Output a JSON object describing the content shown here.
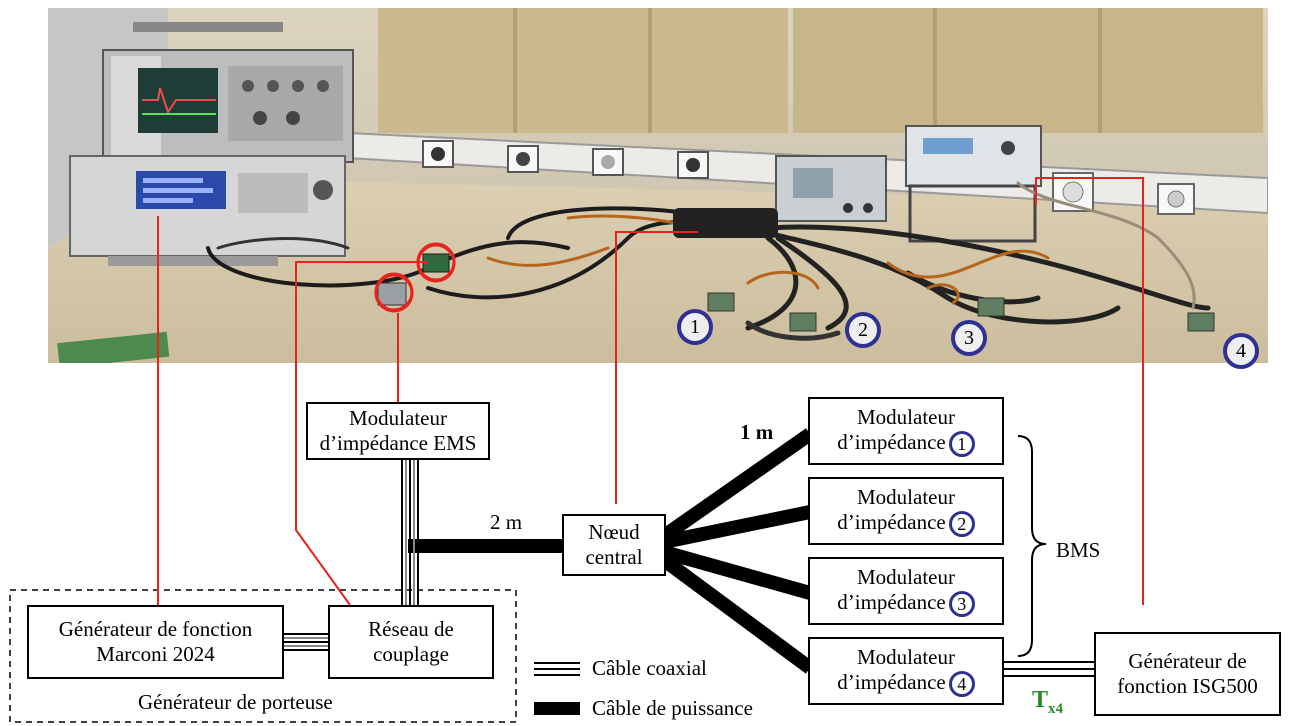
{
  "colors": {
    "link_red": "#e8231d",
    "badge_blue": "#2e3192",
    "tx_green": "#2a8a2a",
    "power_cable": "#000000",
    "photo_wall": "#d8d0bc",
    "photo_table": "#d9ccae"
  },
  "photo": {
    "badges": [
      "1",
      "2",
      "3",
      "4"
    ]
  },
  "boxes": {
    "ems": {
      "line1": "Modulateur",
      "line2": "d’impédance EMS"
    },
    "node": {
      "line1": "Nœud",
      "line2": "central"
    },
    "marconi": {
      "line1": "Générateur de fonction",
      "line2": "Marconi 2024"
    },
    "coupling": {
      "line1": "Réseau de",
      "line2": "couplage"
    },
    "isg": {
      "line1": "Générateur de",
      "line2": "fonction ISG500"
    },
    "modulators": [
      {
        "line1": "Modulateur",
        "line2": "d’impédance",
        "num": "1"
      },
      {
        "line1": "Modulateur",
        "line2": "d’impédance",
        "num": "2"
      },
      {
        "line1": "Modulateur",
        "line2": "d’impédance",
        "num": "3"
      },
      {
        "line1": "Modulateur",
        "line2": "d’impédance",
        "num": "4"
      }
    ]
  },
  "labels": {
    "cable_2m": "2 m",
    "cable_1m": "1 m",
    "bms": "BMS",
    "carrier_group": "Générateur de porteuse",
    "tx_main": "T",
    "tx_sub": "x4"
  },
  "legend": {
    "coaxial": "Câble coaxial",
    "power": "Câble de puissance"
  }
}
